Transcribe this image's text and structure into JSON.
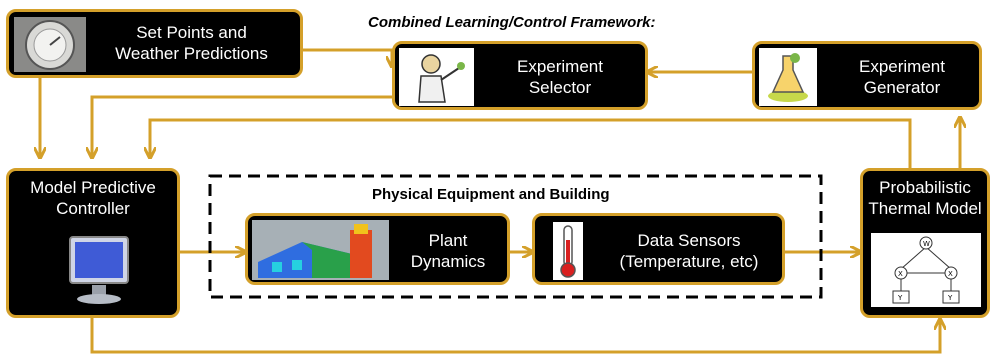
{
  "title": "Combined Learning/Control Framework:",
  "physical_title": "Physical Equipment and Building",
  "nodes": {
    "setpoints": [
      "Set Points and",
      "Weather Predictions"
    ],
    "selector": [
      "Experiment",
      "Selector"
    ],
    "generator": [
      "Experiment",
      "Generator"
    ],
    "mpc": [
      "Model Predictive",
      "Controller"
    ],
    "plant": [
      "Plant",
      "Dynamics"
    ],
    "sensors": [
      "Data Sensors",
      "(Temperature, etc)"
    ],
    "ptm": [
      "Probabilistic",
      "Thermal Model"
    ]
  },
  "graph_labels": [
    "W",
    "X",
    "X",
    "Y",
    "Y"
  ],
  "colors": {
    "accent": "#d4a02a",
    "box": "#000000",
    "text": "#ffffff"
  },
  "icons": {
    "setpoints": "dial-icon",
    "selector": "scientist-icon",
    "generator": "flask-icon",
    "mpc": "monitor-icon",
    "plant": "thermal-house-icon",
    "sensors": "thermometer-icon",
    "ptm": "graphical-model-icon"
  }
}
